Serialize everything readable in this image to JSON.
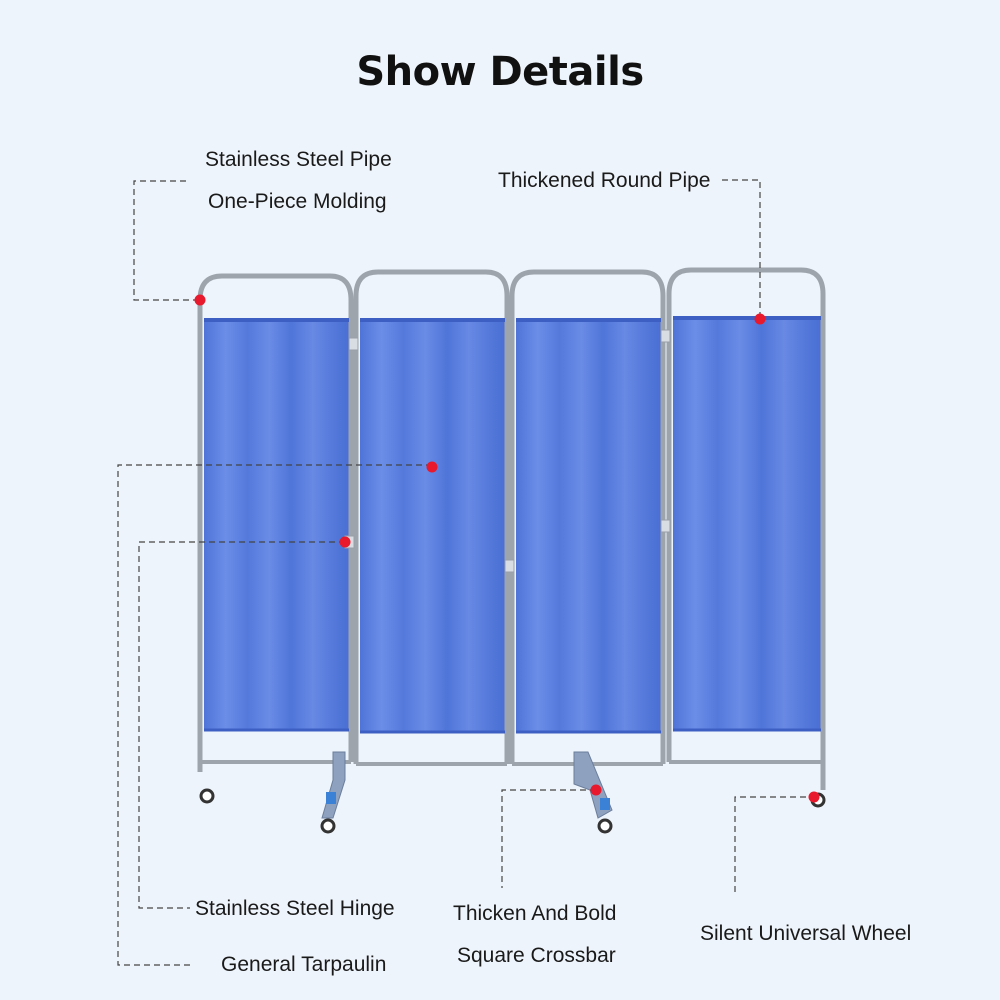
{
  "title": "Show Details",
  "callouts": {
    "pipe_line1": "Stainless Steel Pipe",
    "pipe_line2": "One-Piece Molding",
    "round_pipe": "Thickened Round Pipe",
    "hinge": "Stainless Steel Hinge",
    "tarpaulin": "General Tarpaulin",
    "crossbar_line1": "Thicken And Bold",
    "crossbar_line2": "Square Crossbar",
    "wheel": "Silent Universal Wheel"
  },
  "colors": {
    "background": "#eef4fb",
    "curtain": "#5a7fe0",
    "frame": "#b9bec6",
    "marker": "#e8192c",
    "leader_line": "#444444"
  }
}
